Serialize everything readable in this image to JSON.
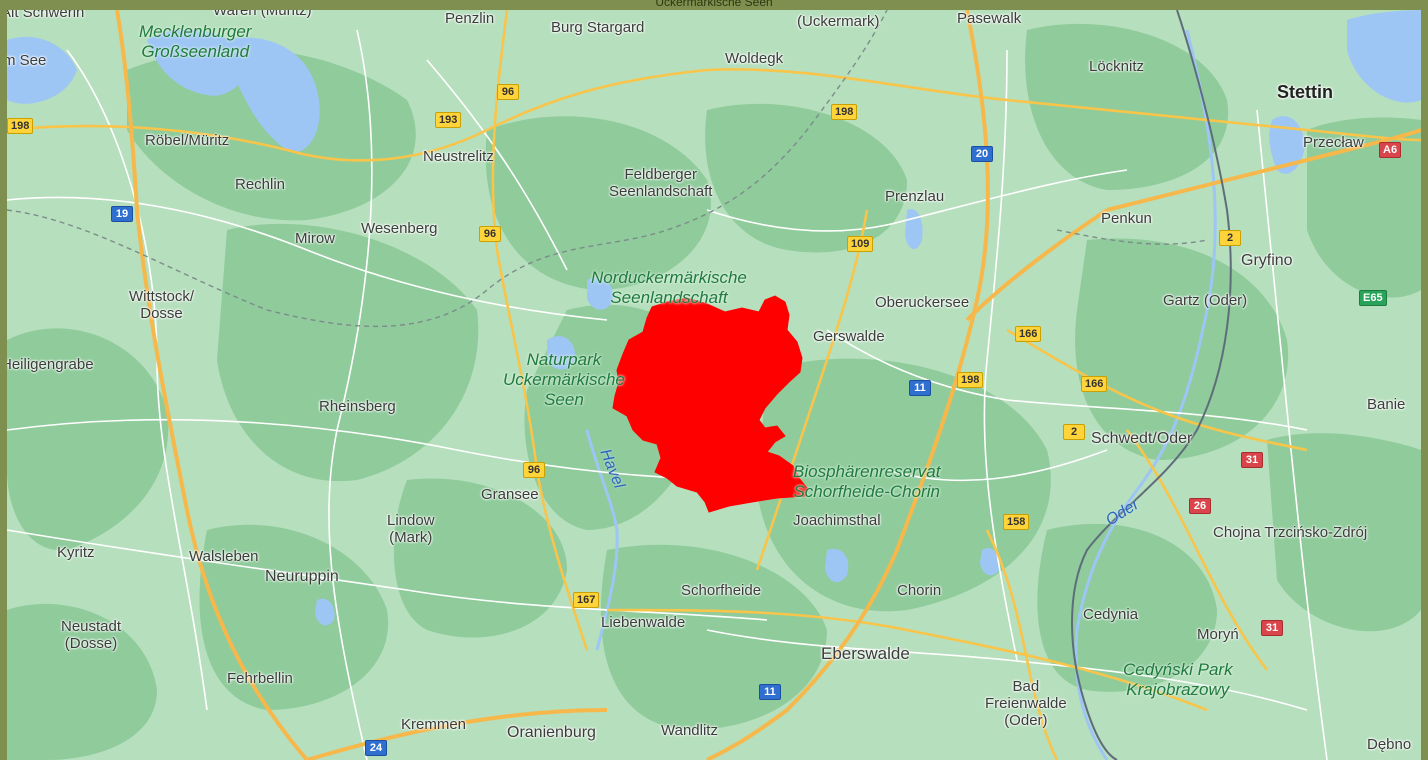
{
  "page_caption": "Uckermärkische Seen",
  "highlight_color": "#ff0000",
  "parks": [
    {
      "id": "mecklenburger",
      "text": "Mecklenburger\nGroßseenland"
    },
    {
      "id": "norduckermark",
      "text": "Norduckermärkische\nSeenlandschaft"
    },
    {
      "id": "naturpark",
      "text": "Naturpark\nUckermärkische\nSeen"
    },
    {
      "id": "biosphaere",
      "text": "Biosphärenreservat\nSchorfheide-Chorin"
    },
    {
      "id": "cedynski",
      "text": "Cedyński Park\nKrajobrazowy"
    }
  ],
  "waters": [
    {
      "id": "havel",
      "text": "Havel"
    },
    {
      "id": "oder",
      "text": "Oder"
    }
  ],
  "cities": [
    {
      "id": "schwerin",
      "text": "Alt Schwerin"
    },
    {
      "id": "waren",
      "text": "Waren (Müritz)"
    },
    {
      "id": "penzlin",
      "text": "Penzlin"
    },
    {
      "id": "burg-stargard",
      "text": "Burg Stargard"
    },
    {
      "id": "uckermark",
      "text": "(Uckermark)"
    },
    {
      "id": "pasewalk",
      "text": "Pasewalk"
    },
    {
      "id": "msee",
      "text": "m See"
    },
    {
      "id": "woldegk",
      "text": "Woldegk"
    },
    {
      "id": "locknitz",
      "text": "Löcknitz"
    },
    {
      "id": "stettin",
      "text": "Stettin"
    },
    {
      "id": "robel",
      "text": "Röbel/Müritz"
    },
    {
      "id": "neustrelitz",
      "text": "Neustrelitz"
    },
    {
      "id": "przeclaw",
      "text": "Przecław"
    },
    {
      "id": "feldberger",
      "text": "Feldberger\nSeenlandschaft"
    },
    {
      "id": "rechlin",
      "text": "Rechlin"
    },
    {
      "id": "prenzlau",
      "text": "Prenzlau"
    },
    {
      "id": "penkun",
      "text": "Penkun"
    },
    {
      "id": "mirow",
      "text": "Mirow"
    },
    {
      "id": "wesenberg",
      "text": "Wesenberg"
    },
    {
      "id": "gryfino",
      "text": "Gryfino"
    },
    {
      "id": "wittstock",
      "text": "Wittstock/\nDosse"
    },
    {
      "id": "oberuckersee",
      "text": "Oberuckersee"
    },
    {
      "id": "gartz",
      "text": "Gartz (Oder)"
    },
    {
      "id": "gerswalde",
      "text": "Gerswalde"
    },
    {
      "id": "heiligengrabe",
      "text": "Heiligengrabe"
    },
    {
      "id": "rheinsberg",
      "text": "Rheinsberg"
    },
    {
      "id": "banie",
      "text": "Banie"
    },
    {
      "id": "schwedt",
      "text": "Schwedt/Oder"
    },
    {
      "id": "gransee",
      "text": "Gransee"
    },
    {
      "id": "joachimsthal",
      "text": "Joachimsthal"
    },
    {
      "id": "lindow",
      "text": "Lindow\n(Mark)"
    },
    {
      "id": "kyritz",
      "text": "Kyritz"
    },
    {
      "id": "walsleben",
      "text": "Walsleben"
    },
    {
      "id": "chojna",
      "text": "Chojna Trzcińsko-Zdrój"
    },
    {
      "id": "neuruppin",
      "text": "Neuruppin"
    },
    {
      "id": "schorfheide",
      "text": "Schorfheide"
    },
    {
      "id": "chorin",
      "text": "Chorin"
    },
    {
      "id": "neustadt",
      "text": "Neustadt\n(Dosse)"
    },
    {
      "id": "liebenwalde",
      "text": "Liebenwalde"
    },
    {
      "id": "cedynia",
      "text": "Cedynia"
    },
    {
      "id": "moryn",
      "text": "Moryń"
    },
    {
      "id": "eberswalde",
      "text": "Eberswalde"
    },
    {
      "id": "fehrbellin",
      "text": "Fehrbellin"
    },
    {
      "id": "badfreienwalde",
      "text": "Bad\nFreienwalde\n(Oder)"
    },
    {
      "id": "kremmen",
      "text": "Kremmen"
    },
    {
      "id": "oranienburg",
      "text": "Oranienburg"
    },
    {
      "id": "wandlitz",
      "text": "Wandlitz"
    },
    {
      "id": "debno",
      "text": "Dębno"
    }
  ],
  "road_shields": [
    {
      "id": "b198-left",
      "text": "198",
      "kind": "b"
    },
    {
      "id": "b96-top",
      "text": "96",
      "kind": "b"
    },
    {
      "id": "b193",
      "text": "193",
      "kind": "b"
    },
    {
      "id": "b198-top",
      "text": "198",
      "kind": "b"
    },
    {
      "id": "a20",
      "text": "20",
      "kind": "a"
    },
    {
      "id": "a6",
      "text": "A6",
      "kind": "r"
    },
    {
      "id": "a19",
      "text": "19",
      "kind": "a"
    },
    {
      "id": "b96-mid",
      "text": "96",
      "kind": "b"
    },
    {
      "id": "b109",
      "text": "109",
      "kind": "b"
    },
    {
      "id": "b2-top",
      "text": "2",
      "kind": "b"
    },
    {
      "id": "e65",
      "text": "E65",
      "kind": "e"
    },
    {
      "id": "b166-a",
      "text": "166",
      "kind": "b"
    },
    {
      "id": "b198-mid",
      "text": "198",
      "kind": "b"
    },
    {
      "id": "a11-top",
      "text": "11",
      "kind": "a"
    },
    {
      "id": "b166-b",
      "text": "166",
      "kind": "b"
    },
    {
      "id": "b2-mid",
      "text": "2",
      "kind": "b"
    },
    {
      "id": "r31-a",
      "text": "31",
      "kind": "r"
    },
    {
      "id": "b96-low",
      "text": "96",
      "kind": "b"
    },
    {
      "id": "r26",
      "text": "26",
      "kind": "r"
    },
    {
      "id": "b158",
      "text": "158",
      "kind": "b"
    },
    {
      "id": "b167",
      "text": "167",
      "kind": "b"
    },
    {
      "id": "r31-b",
      "text": "31",
      "kind": "r"
    },
    {
      "id": "a11-bot",
      "text": "11",
      "kind": "a"
    },
    {
      "id": "a24",
      "text": "24",
      "kind": "a"
    }
  ]
}
